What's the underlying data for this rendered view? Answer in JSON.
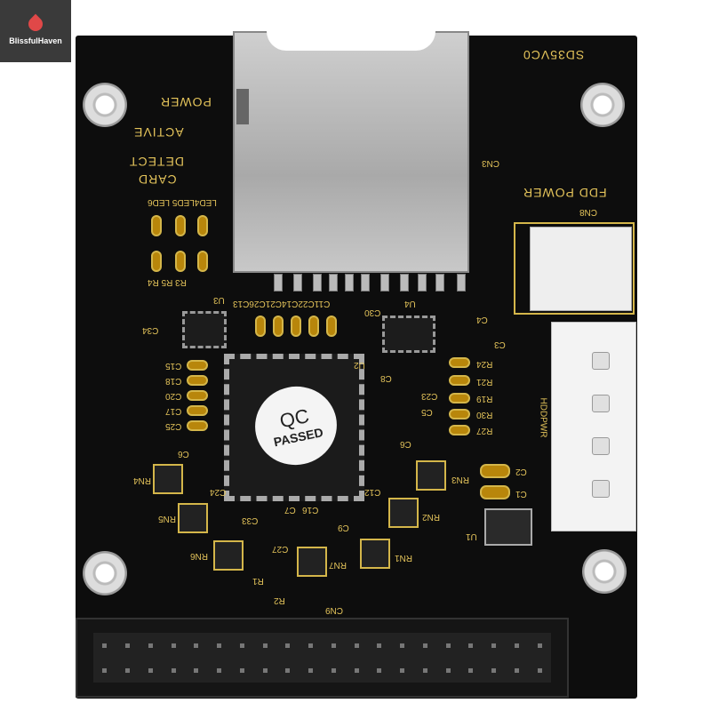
{
  "watermark": {
    "brand": "BlissfulHaven",
    "accent": "#e04848"
  },
  "board": {
    "model": "SD35VC0",
    "led_labels": {
      "power": "POWER",
      "active": "ACTIVE",
      "card_detect_1": "CARD",
      "card_detect_2": "DETECT",
      "leds": "LED4LED5 LED6"
    },
    "resistor_labels": "R3 R5 R4",
    "sd_slot_label": "CN3",
    "fdd_power": "FDD POWER",
    "fdd_connector": "CN8",
    "hdd_power": "HDDPWR",
    "ide_connector": "CN9",
    "qc_sticker": {
      "line1": "QC",
      "line2": "PASSED"
    },
    "labels": [
      "C34",
      "U3",
      "C11C22C14C21C26C13",
      "C30",
      "U4",
      "C4",
      "C3",
      "R24",
      "R21",
      "R19",
      "R30",
      "R27",
      "C8",
      "C23",
      "C5",
      "U2",
      "C15",
      "C18",
      "C20",
      "C17",
      "C25",
      "C6",
      "RN4",
      "C24",
      "RN5",
      "RN6",
      "R1",
      "R2",
      "C27",
      "C33",
      "C16",
      "C7",
      "C9",
      "RN7",
      "RN1",
      "C12",
      "RN2",
      "RN3",
      "C2",
      "C1",
      "U1",
      "C6"
    ],
    "colors": {
      "pcb": "#0d0d0d",
      "silkscreen": "#e3c35a",
      "connector": "#f3f3f3"
    }
  }
}
